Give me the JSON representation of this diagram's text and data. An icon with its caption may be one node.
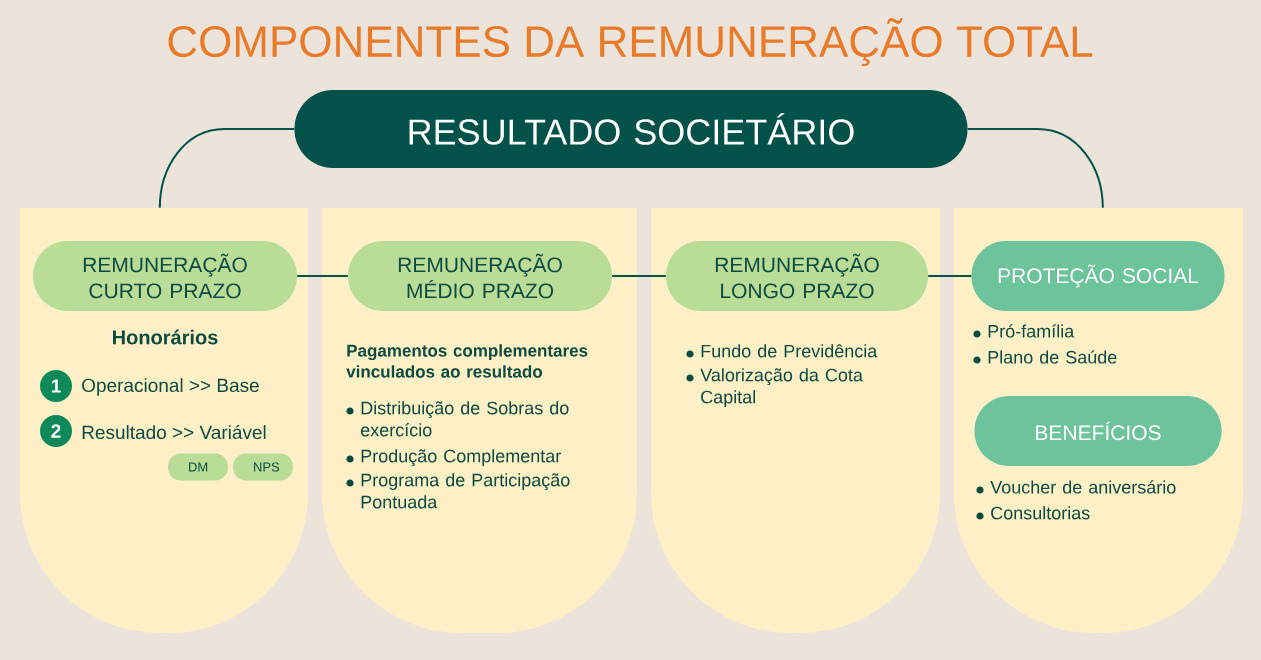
{
  "diagram": {
    "title": "COMPONENTES DA REMUNERAÇÃO TOTAL",
    "nodes": [
      {
        "text": [
          "RESULTADO SOCIETÁRIO"
        ]
      },
      {
        "text": [
          "Honorários",
          "Operacional >> Base",
          "Resultado >> Variável"
        ]
      },
      {
        "text": [
          "REMUNERAÇÃO CURTO PRAZO"
        ],
        "in": 1
      },
      {
        "text": [
          "1"
        ],
        "in": 1
      },
      {
        "text": [
          "2"
        ],
        "in": 1
      },
      {
        "text": [
          "DM"
        ],
        "in": 1
      },
      {
        "text": [
          "NPS"
        ],
        "in": 1
      },
      {
        "text": [
          "Pagamentos complementares vinculados ao resultado",
          "Distribuição de Sobras do exercício",
          "Produção Complementar",
          "Programa de Participação Pontuada"
        ]
      },
      {
        "text": [
          "REMUNERAÇÃO MÉDIO PRAZO"
        ],
        "in": 7
      },
      {
        "text": [
          "Fundo de Previdência",
          "Valorização da Cota Capital"
        ]
      },
      {
        "text": [
          "REMUNERAÇÃO LONGO PRAZO"
        ],
        "in": 9
      },
      {
        "text": [
          "Pró-família",
          "Plano de Saúde",
          "Voucher de aniversário",
          "Consultorias"
        ]
      },
      {
        "text": [
          "PROTEÇÃO SOCIAL"
        ],
        "in": 11
      },
      {
        "text": [
          "BENEFÍCIOS"
        ],
        "in": 11
      }
    ],
    "edges": [
      {
        "from": 0,
        "to": 1,
        "arrow": "none"
      },
      {
        "from": 0,
        "to": 11,
        "arrow": "none"
      },
      {
        "from": 2,
        "to": 8,
        "arrow": "none"
      },
      {
        "from": 8,
        "to": 10,
        "arrow": "none"
      },
      {
        "from": 10,
        "to": 12,
        "arrow": "none"
      }
    ]
  }
}
